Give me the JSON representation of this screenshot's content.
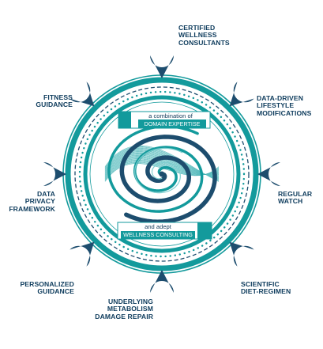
{
  "center": {
    "top_caption": "a combination of",
    "top_highlight": "DOMAIN EXPERTISE",
    "bottom_caption": "and adept",
    "bottom_highlight": "WELLNESS CONSULTING"
  },
  "labels": {
    "certified": [
      "CERTIFIED",
      "WELLNESS",
      "CONSULTANTS"
    ],
    "data_driven": [
      "DATA-DRIVEN",
      "LIFESTYLE",
      "MODIFICATIONS"
    ],
    "regular_watch": [
      "REGULAR",
      "WATCH"
    ],
    "scientific": [
      "SCIENTIFIC",
      "DIET-REGIMEN"
    ],
    "underlying": [
      "UNDERLYING",
      "METABOLISM",
      "DAMAGE REPAIR"
    ],
    "personalized": [
      "PERSONALIZED",
      "GUIDANCE"
    ],
    "data_privacy": [
      "DATA",
      "PRIVACY",
      "FRAMEWORK"
    ],
    "fitness": [
      "FITNESS",
      "GUIDANCE"
    ]
  },
  "colors": {
    "teal": "#139a9c",
    "navy": "#1d4d6e",
    "dark_text": "#0d3b5c",
    "spiral_light": "#7fcfd0"
  },
  "icons": [
    "map-pin-icon"
  ]
}
